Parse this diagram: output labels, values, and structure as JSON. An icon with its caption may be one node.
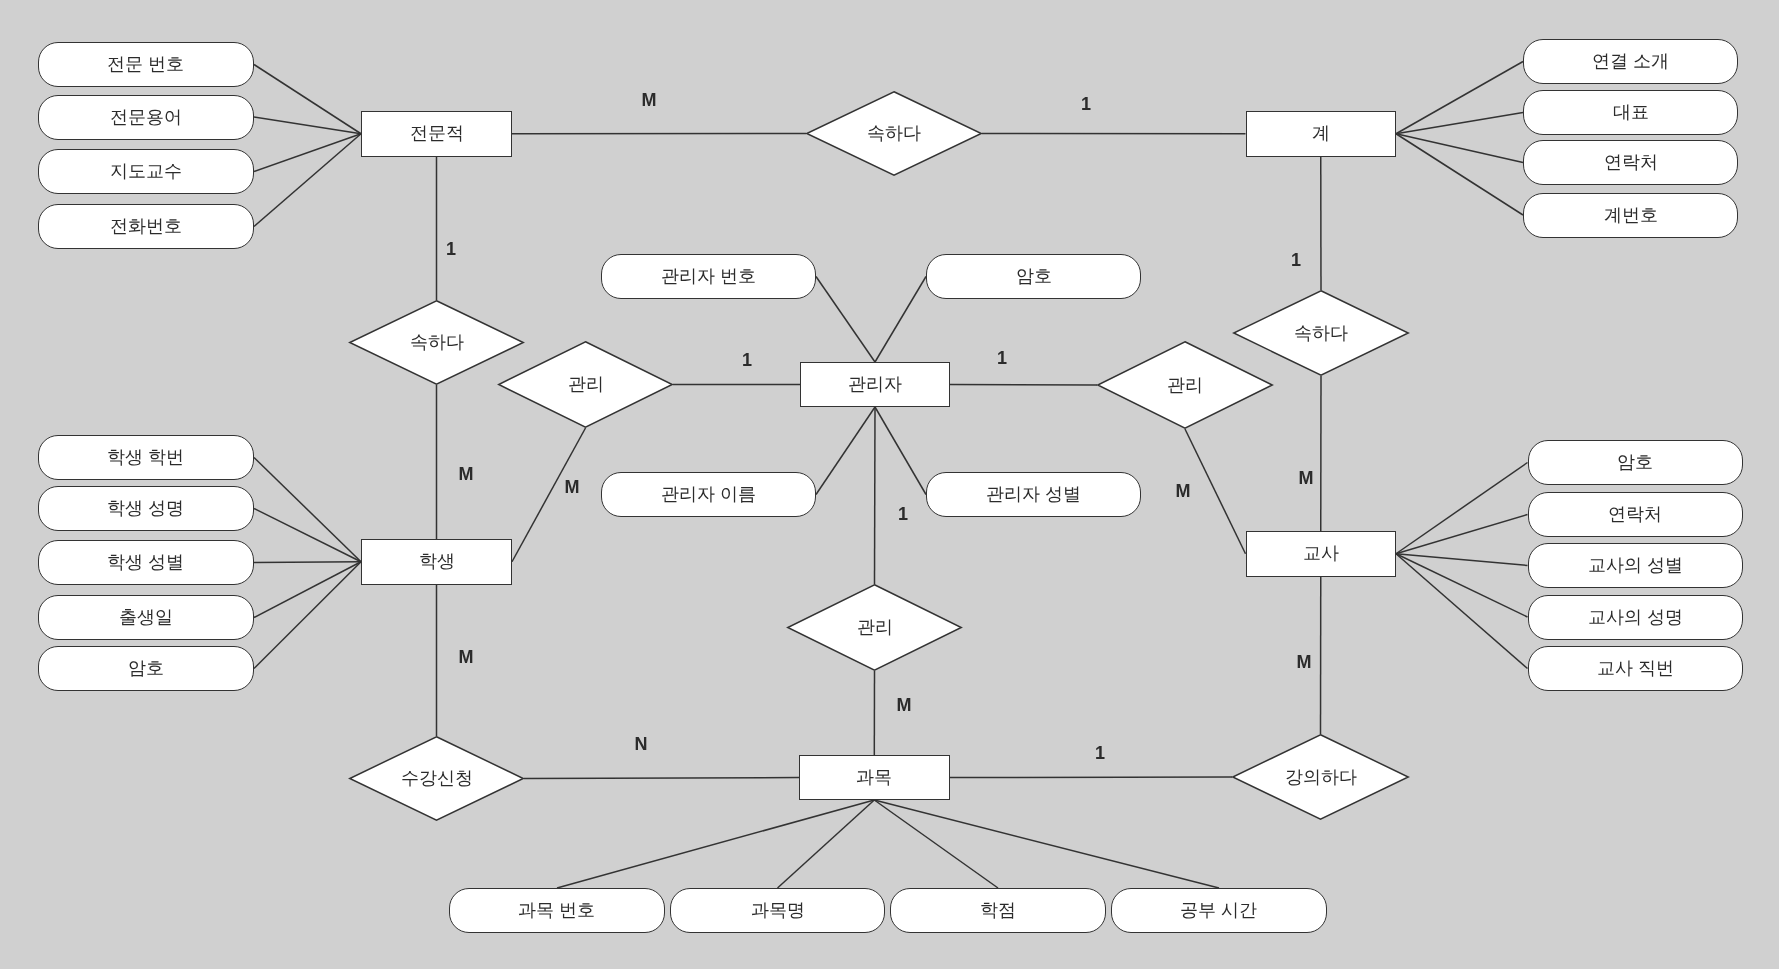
{
  "diagram": {
    "nodes": [
      {
        "text": [
          "전문 번호"
        ]
      },
      {
        "text": [
          "전문용어"
        ]
      },
      {
        "text": [
          "지도교수"
        ]
      },
      {
        "text": [
          "전화번호"
        ]
      },
      {
        "text": [
          "전문적"
        ]
      },
      {
        "text": [
          "속하다"
        ]
      },
      {
        "text": [
          "계"
        ]
      },
      {
        "text": [
          "연결 소개"
        ]
      },
      {
        "text": [
          "대표"
        ]
      },
      {
        "text": [
          "연락처"
        ]
      },
      {
        "text": [
          "계번호"
        ]
      },
      {
        "text": [
          "관리자 번호"
        ]
      },
      {
        "text": [
          "암호"
        ]
      },
      {
        "text": [
          "속하다"
        ]
      },
      {
        "text": [
          "관리"
        ]
      },
      {
        "text": [
          "관리자"
        ]
      },
      {
        "text": [
          "관리"
        ]
      },
      {
        "text": [
          "속하다"
        ]
      },
      {
        "text": [
          "학생 학번"
        ]
      },
      {
        "text": [
          "학생 성명"
        ]
      },
      {
        "text": [
          "학생 성별"
        ]
      },
      {
        "text": [
          "출생일"
        ]
      },
      {
        "text": [
          "암호"
        ]
      },
      {
        "text": [
          "학생"
        ]
      },
      {
        "text": [
          "관리자 이름"
        ]
      },
      {
        "text": [
          "관리자 성별"
        ]
      },
      {
        "text": [
          "교사"
        ]
      },
      {
        "text": [
          "암호"
        ]
      },
      {
        "text": [
          "연락처"
        ]
      },
      {
        "text": [
          "교사의 성별"
        ]
      },
      {
        "text": [
          "교사의 성명"
        ]
      },
      {
        "text": [
          "교사 직번"
        ]
      },
      {
        "text": [
          "관리"
        ]
      },
      {
        "text": [
          "수강신청"
        ]
      },
      {
        "text": [
          "과목"
        ]
      },
      {
        "text": [
          "강의하다"
        ]
      },
      {
        "text": [
          "과목 번호"
        ]
      },
      {
        "text": [
          "과목명"
        ]
      },
      {
        "text": [
          "학점"
        ]
      },
      {
        "text": [
          "공부 시간"
        ]
      }
    ],
    "edges": [
      {
        "from": 4,
        "to": 0,
        "arrow": "none"
      },
      {
        "from": 4,
        "to": 1,
        "arrow": "none"
      },
      {
        "from": 4,
        "to": 2,
        "arrow": "none"
      },
      {
        "from": 4,
        "to": 3,
        "arrow": "none"
      },
      {
        "from": 6,
        "to": 7,
        "arrow": "none"
      },
      {
        "from": 6,
        "to": 8,
        "arrow": "none"
      },
      {
        "from": 6,
        "to": 9,
        "arrow": "none"
      },
      {
        "from": 6,
        "to": 10,
        "arrow": "none"
      },
      {
        "from": 15,
        "to": 11,
        "arrow": "none"
      },
      {
        "from": 15,
        "to": 12,
        "arrow": "none"
      },
      {
        "from": 15,
        "to": 24,
        "arrow": "none"
      },
      {
        "from": 15,
        "to": 25,
        "arrow": "none"
      },
      {
        "from": 23,
        "to": 18,
        "arrow": "none"
      },
      {
        "from": 23,
        "to": 19,
        "arrow": "none"
      },
      {
        "from": 23,
        "to": 20,
        "arrow": "none"
      },
      {
        "from": 23,
        "to": 21,
        "arrow": "none"
      },
      {
        "from": 23,
        "to": 22,
        "arrow": "none"
      },
      {
        "from": 26,
        "to": 27,
        "arrow": "none"
      },
      {
        "from": 26,
        "to": 28,
        "arrow": "none"
      },
      {
        "from": 26,
        "to": 29,
        "arrow": "none"
      },
      {
        "from": 26,
        "to": 30,
        "arrow": "none"
      },
      {
        "from": 26,
        "to": 31,
        "arrow": "none"
      },
      {
        "from": 34,
        "to": 36,
        "arrow": "none"
      },
      {
        "from": 34,
        "to": 37,
        "arrow": "none"
      },
      {
        "from": 34,
        "to": 38,
        "arrow": "none"
      },
      {
        "from": 34,
        "to": 39,
        "arrow": "none"
      },
      {
        "from": 4,
        "to": 5,
        "arrow": "none",
        "label": "M"
      },
      {
        "from": 5,
        "to": 6,
        "arrow": "none",
        "label": "1"
      },
      {
        "from": 4,
        "to": 13,
        "arrow": "none",
        "label": "1"
      },
      {
        "from": 13,
        "to": 23,
        "arrow": "none",
        "label": "M"
      },
      {
        "from": 23,
        "to": 14,
        "arrow": "none",
        "label": "M"
      },
      {
        "from": 14,
        "to": 15,
        "arrow": "none",
        "label": "1"
      },
      {
        "from": 15,
        "to": 16,
        "arrow": "none",
        "label": "1"
      },
      {
        "from": 16,
        "to": 26,
        "arrow": "none",
        "label": "M"
      },
      {
        "from": 6,
        "to": 17,
        "arrow": "none",
        "label": "1"
      },
      {
        "from": 17,
        "to": 26,
        "arrow": "none",
        "label": "M"
      },
      {
        "from": 26,
        "to": 35,
        "arrow": "none",
        "label": "M"
      },
      {
        "from": 35,
        "to": 34,
        "arrow": "none",
        "label": "1"
      },
      {
        "from": 15,
        "to": 32,
        "arrow": "none",
        "label": "1"
      },
      {
        "from": 32,
        "to": 34,
        "arrow": "none",
        "label": "M"
      },
      {
        "from": 23,
        "to": 33,
        "arrow": "none",
        "label": "M"
      },
      {
        "from": 33,
        "to": 34,
        "arrow": "none",
        "label": "N"
      }
    ]
  }
}
